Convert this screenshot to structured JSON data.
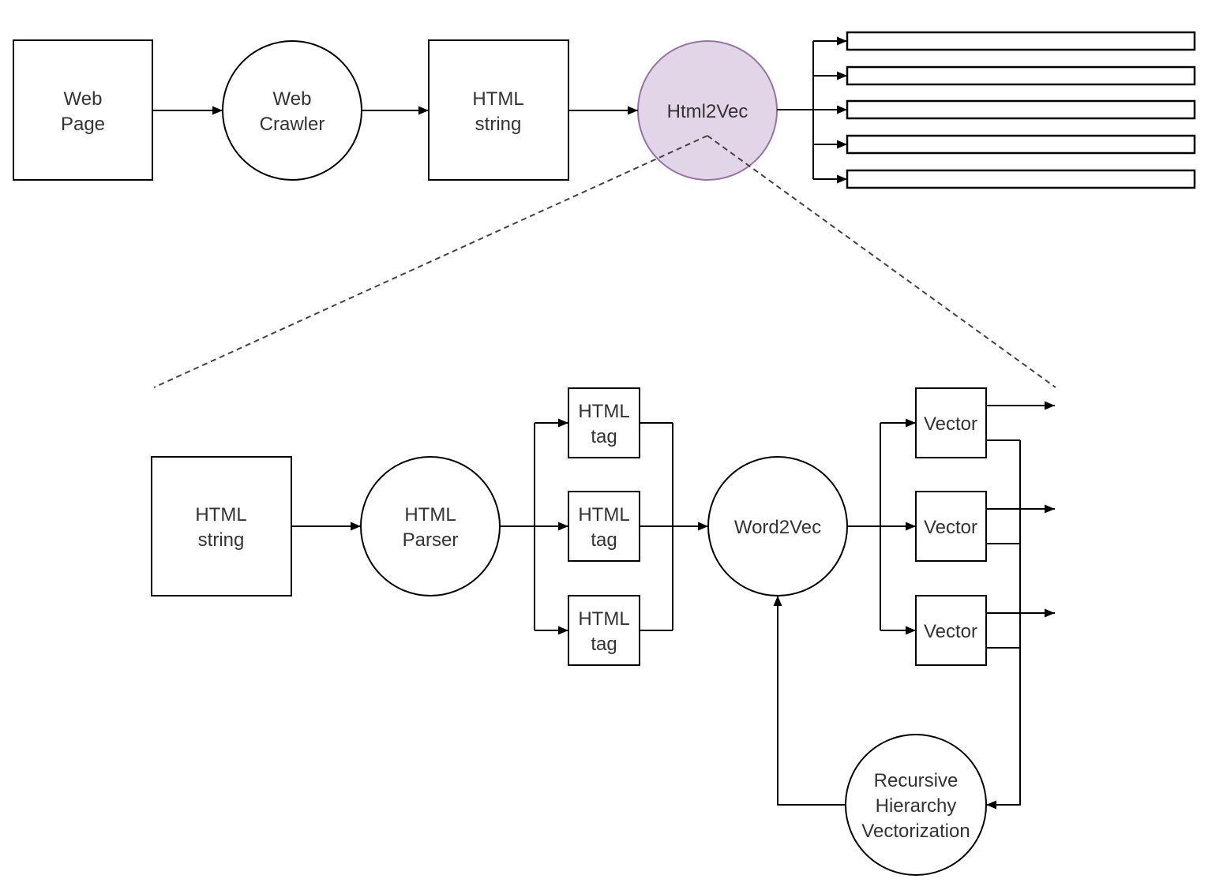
{
  "colors": {
    "background": "#ffffff",
    "shape_fill": "#ffffff",
    "shape_stroke": "#000000",
    "connector": "#000000",
    "arrowhead": "#000000",
    "callout_dash": "#424242",
    "highlight_fill": "#e1d5e7",
    "highlight_stroke": "#9673a6",
    "text": "#333333"
  },
  "top_flow": {
    "web_page": {
      "line1": "Web",
      "line2": "Page"
    },
    "web_crawler": {
      "line1": "Web",
      "line2": "Crawler"
    },
    "html_string": {
      "line1": "HTML",
      "line2": "string"
    },
    "html2vec": {
      "label": "Html2Vec"
    },
    "output_bars": {
      "count": 5
    }
  },
  "detail_flow": {
    "html_string": {
      "line1": "HTML",
      "line2": "string"
    },
    "html_parser": {
      "line1": "HTML",
      "line2": "Parser"
    },
    "html_tag": {
      "line1": "HTML",
      "line2": "tag"
    },
    "word2vec": {
      "label": "Word2Vec"
    },
    "vector": {
      "label": "Vector"
    },
    "recursive_hierarchy_vectorization": {
      "line1": "Recursive",
      "line2": "Hierarchy",
      "line3": "Vectorization"
    }
  }
}
